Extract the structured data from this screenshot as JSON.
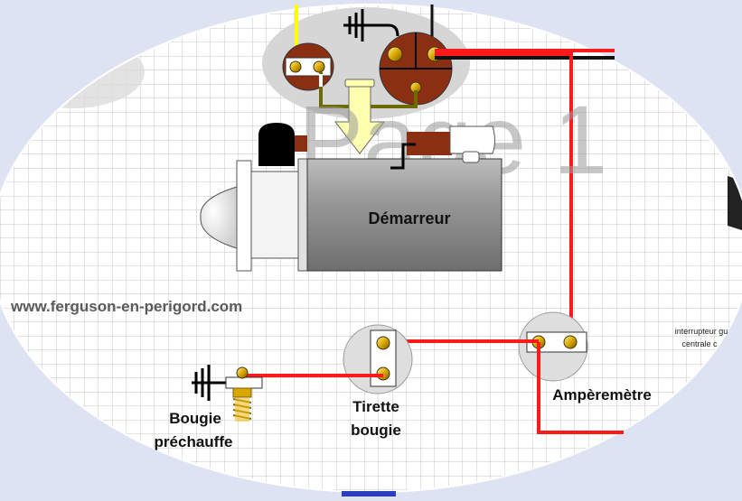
{
  "labels": {
    "demarreur": "Démarreur",
    "website": "www.ferguson-en-perigord.com",
    "amperemetre": "Ampèremètre",
    "tirette_line1": "Tirette",
    "tirette_line2": "bougie",
    "bougie_line1": "Bougie",
    "bougie_line2": "préchauffe",
    "switch_line1": "interrupteur gu",
    "switch_line2": "centrale c",
    "watermark": "Page 1"
  },
  "colors": {
    "wire_positive": "#ff1a1a",
    "wire_black": "#111111",
    "wire_yellow": "#ffff00",
    "wire_olive": "#6b6b00",
    "terminal_brown": "#8b3a1a",
    "starter_gray": "#8a8a8a",
    "grid_line": "#c8c8c8"
  },
  "icons": {
    "ground": "ground-symbol-icon",
    "terminal": "brass-terminal-icon",
    "arrow": "down-arrow-icon"
  }
}
